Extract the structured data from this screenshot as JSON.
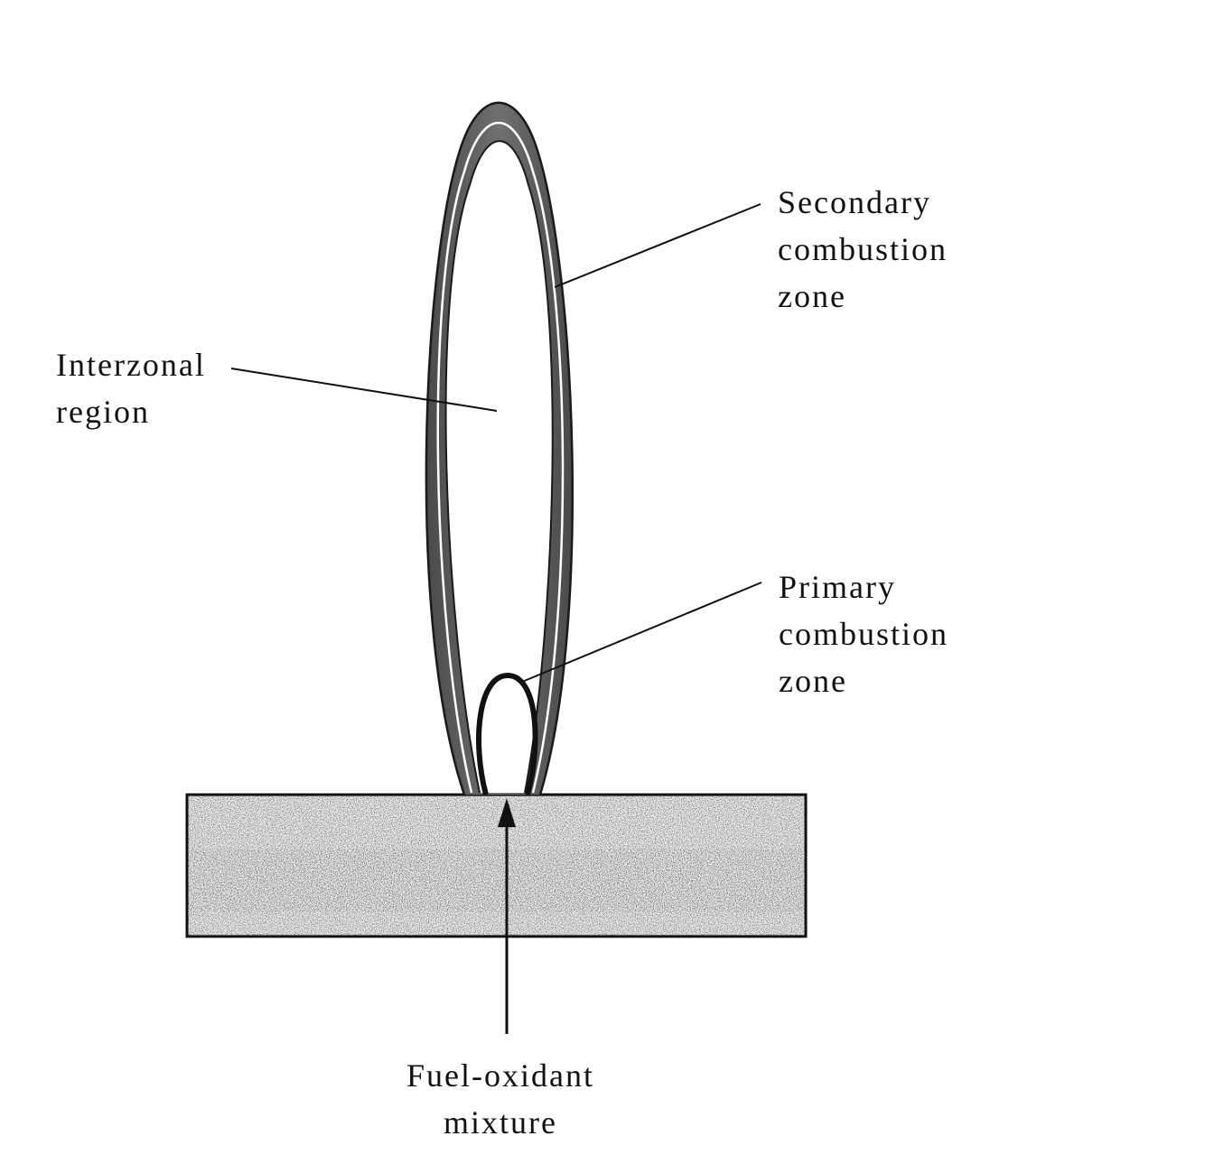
{
  "labels": {
    "secondary": [
      "Secondary",
      "combustion",
      "zone"
    ],
    "interzonal": [
      "Interzonal",
      "region"
    ],
    "primary": [
      "Primary",
      "combustion",
      "zone"
    ],
    "fuel": [
      "Fuel-oxidant",
      "mixture"
    ]
  },
  "colors": {
    "ink": "#111111",
    "outer_zone": "#555555",
    "burner_fill": "#e6e6e6"
  }
}
